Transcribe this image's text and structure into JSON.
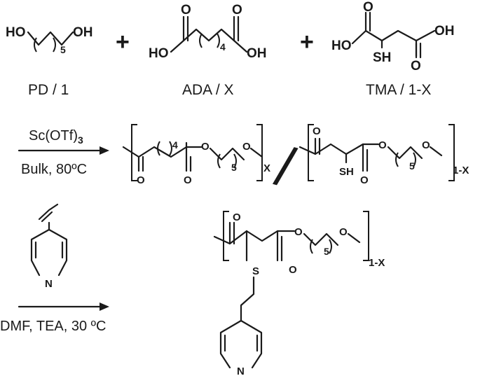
{
  "reactants": [
    {
      "label": "PD / 1",
      "atoms": {
        "oh_left": "HO",
        "oh_right": "OH"
      },
      "repeat": "5"
    },
    {
      "label": "ADA / X",
      "atoms": {
        "o1": "O",
        "o2": "O",
        "ho": "HO",
        "oh": "OH"
      },
      "repeat": "4"
    },
    {
      "label": "TMA / 1-X",
      "atoms": {
        "o1": "O",
        "o2": "O",
        "ho": "HO",
        "oh": "OH",
        "sh": "SH"
      }
    }
  ],
  "plus": "+",
  "step1": {
    "catalyst": "Sc(OTf)",
    "catalyst_subscript": "3",
    "condition": "Bulk, 80ºC"
  },
  "copolymer": {
    "unit_a": {
      "o_ester": "O",
      "o_ether": "O",
      "o_carbonyl1": "O",
      "o_carbonyl2": "O",
      "repeat_acid": "4",
      "repeat_diol": "5",
      "index": "X"
    },
    "separator": "/",
    "unit_b": {
      "o_top": "O",
      "o_ester": "O",
      "o_ether": "O",
      "o_carbonyl": "O",
      "sh": "SH",
      "repeat_diol": "5",
      "index": "1-X"
    }
  },
  "step2": {
    "reagent_atom": "N",
    "condition": "DMF, TEA, 30 ºC"
  },
  "product": {
    "o_top": "O",
    "o_ester": "O",
    "o_ether": "O",
    "o_carbonyl": "O",
    "s": "S",
    "n": "N",
    "repeat_diol": "5",
    "index": "1-X"
  }
}
